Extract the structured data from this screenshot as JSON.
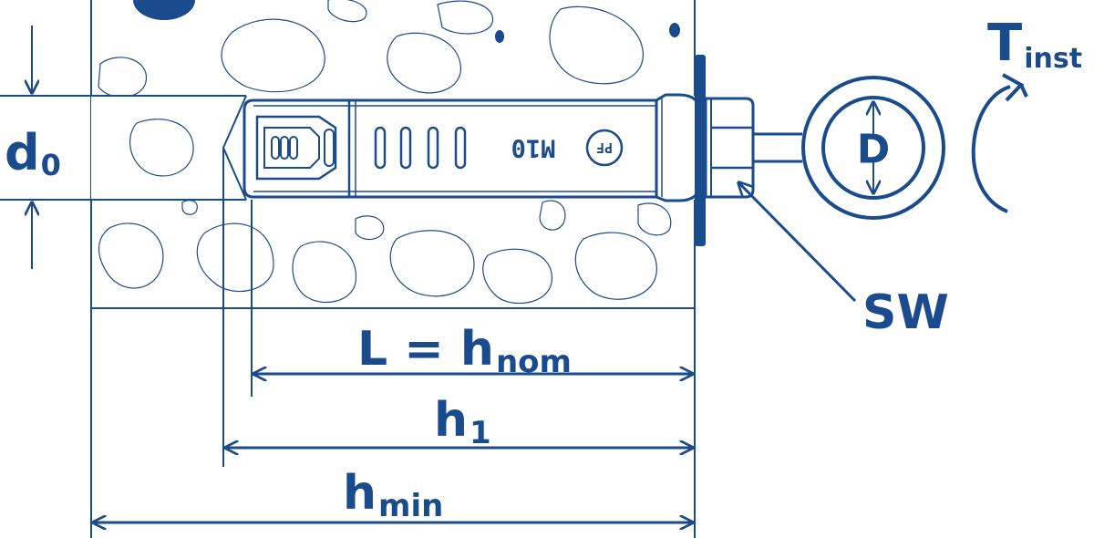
{
  "colors": {
    "ink": "#1a4b8c",
    "background": "#ffffff"
  },
  "labels": {
    "d0_main": "d",
    "d0_sub": "0",
    "t_main": "T",
    "t_sub": "inst",
    "diameter": "D",
    "wrench": "SW",
    "length_main": "L = h",
    "length_sub": "nom",
    "h1_main": "h",
    "h1_sub": "1",
    "hmin_main": "h",
    "hmin_sub": "min",
    "bolt_marking": "M10",
    "logo_text": "PF"
  }
}
